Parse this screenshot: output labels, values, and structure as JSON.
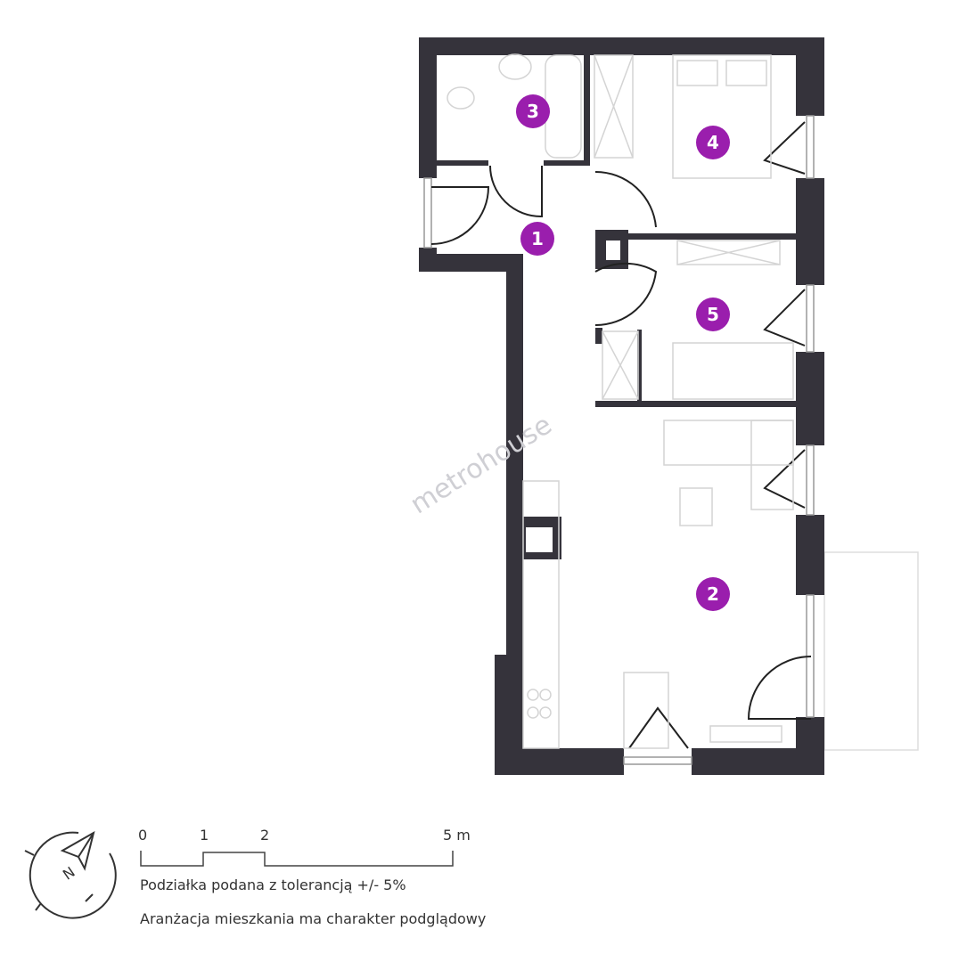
{
  "rooms": [
    {
      "number": "1"
    },
    {
      "number": "2"
    },
    {
      "number": "3"
    },
    {
      "number": "4"
    },
    {
      "number": "5"
    }
  ],
  "watermark": "metrohouse",
  "compass": {
    "label": "N"
  },
  "scale": {
    "ticks": [
      "0",
      "1",
      "2",
      "5 m"
    ]
  },
  "notes": {
    "tolerance": "Podziałka podana z tolerancją +/- 5%",
    "arrangement": "Aranżacja mieszkania ma charakter podglądowy"
  },
  "colors": {
    "wall": "#35333b",
    "badge": "#9a1ead"
  }
}
